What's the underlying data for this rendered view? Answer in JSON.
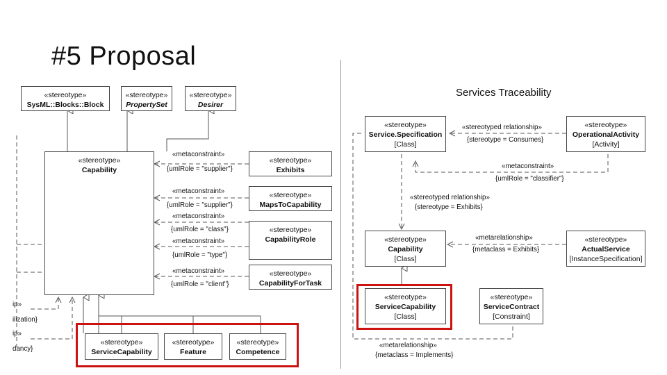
{
  "slide": {
    "title": "#5 Proposal",
    "right_title": "Services Traceability"
  },
  "left": {
    "stereotype": "«stereotype»",
    "blocks": [
      {
        "name": "SysML::Blocks::Block"
      },
      {
        "name": "PropertySet"
      },
      {
        "name": "Desirer"
      }
    ],
    "capability": {
      "name": "Capability"
    },
    "right_boxes": [
      {
        "name": "Exhibits"
      },
      {
        "name": "MapsToCapability"
      },
      {
        "name": "CapabilityRole"
      },
      {
        "name": "CapabilityForTask"
      }
    ],
    "metaconstraint": "«metaconstraint»",
    "role_labels": {
      "supplier1": "{umlRole = \"supplier\"}",
      "supplier2": "{umlRole = \"supplier\"}",
      "class": "{umlRole = \"class\"}",
      "type": "{umlRole = \"type\"}",
      "client": "{umlRole = \"client\"}"
    },
    "bottom_boxes": [
      {
        "name": "ServiceCapability"
      },
      {
        "name": "Feature"
      },
      {
        "name": "Competence"
      }
    ],
    "cut_labels": [
      "ip»",
      "ilization}",
      "ip»",
      "dancy}"
    ]
  },
  "right": {
    "stereotype": "«stereotype»",
    "service_spec": {
      "name": "Service.Specification",
      "kind": "[Class]"
    },
    "op_activity": {
      "name": "OperationalActivity",
      "kind": "[Activity]"
    },
    "capability": {
      "name": "Capability",
      "kind": "[Class]"
    },
    "actual_service": {
      "name": "ActualService",
      "kind": "[InstanceSpecification]"
    },
    "service_capability": {
      "name": "ServiceCapability",
      "kind": "[Class]"
    },
    "service_contract": {
      "name": "ServiceContract",
      "kind": "[Constraint]"
    },
    "labels": {
      "rel1": "«stereotyped relationship»",
      "rel1_val": "{stereotype = Consumes}",
      "meta1": "«metaconstraint»",
      "meta1_val": "{umlRole = \"classifier\"}",
      "rel2": "«stereotyped relationship»",
      "rel2_val": "{stereotype = Exhibits}",
      "metarel1": "«metarelationship»",
      "metarel1_val": "{metaclass = Exhibits}",
      "metarel2": "«metarelationship»",
      "metarel2_val": "{metaclass = Implements}"
    }
  },
  "colors": {
    "highlight": "#cc1111",
    "line": "#555555"
  }
}
